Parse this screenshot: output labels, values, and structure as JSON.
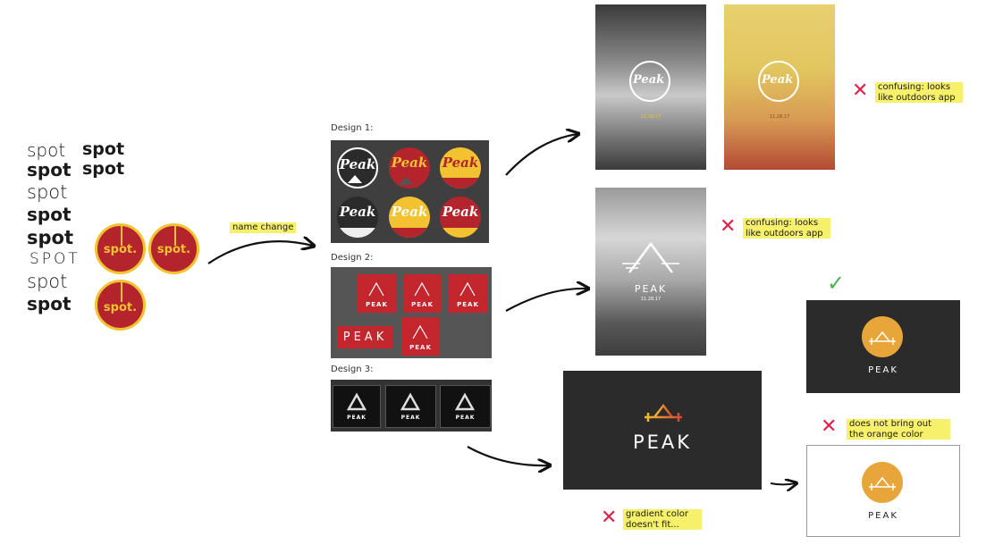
{
  "spot_words": [
    "spot",
    "spot",
    "spot",
    "spot",
    "spot",
    "spot",
    "spot",
    "SPOT",
    "spot",
    "spot"
  ],
  "badge_text": "spot.",
  "name_change_label": "name change",
  "design1_label": "Design 1:",
  "design2_label": "Design 2:",
  "design3_label": "Design 3:",
  "peak_script": "Peak",
  "peak_caps": "PEAK",
  "splash_date": "11.28.17",
  "note_confusing": "confusing: looks like outdoors app",
  "note_orange": "does not bring out the orange color",
  "note_gradient": "gradient color doesn't fit...",
  "colors": {
    "red": "#b3242c",
    "yellow": "#f2c230",
    "orange": "#e8a53a",
    "dark": "#2b2b2b",
    "accept": "#4caf50",
    "reject": "#e0224b"
  },
  "icons": [
    "arrow-icon",
    "x-mark-icon",
    "checkmark-icon",
    "mountain-icon",
    "dumbbell-icon"
  ]
}
